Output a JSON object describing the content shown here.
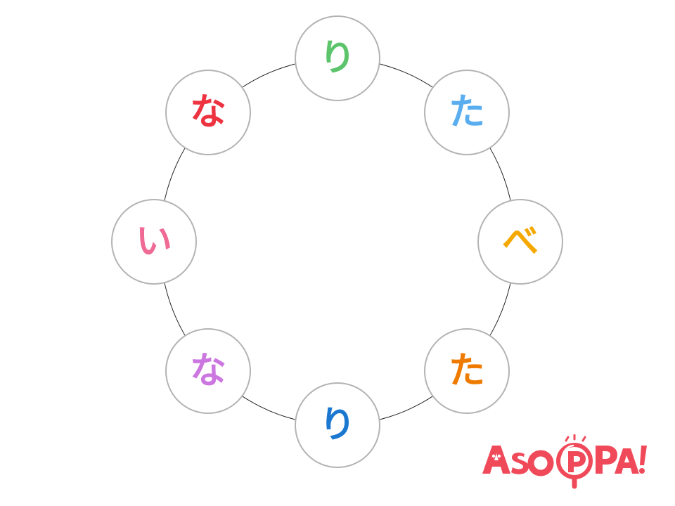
{
  "ring": {
    "nodes": [
      {
        "char": "り",
        "color": "#5cc46b"
      },
      {
        "char": "た",
        "color": "#5aaef0"
      },
      {
        "char": "べ",
        "color": "#f5a800"
      },
      {
        "char": "た",
        "color": "#ee7a00"
      },
      {
        "char": "り",
        "color": "#1b78d0"
      },
      {
        "char": "な",
        "color": "#cc77e0"
      },
      {
        "char": "い",
        "color": "#ef6a95"
      },
      {
        "char": "な",
        "color": "#ee3340"
      }
    ]
  },
  "logo": {
    "text": "ASOPPA!",
    "color": "#f04a5a"
  }
}
